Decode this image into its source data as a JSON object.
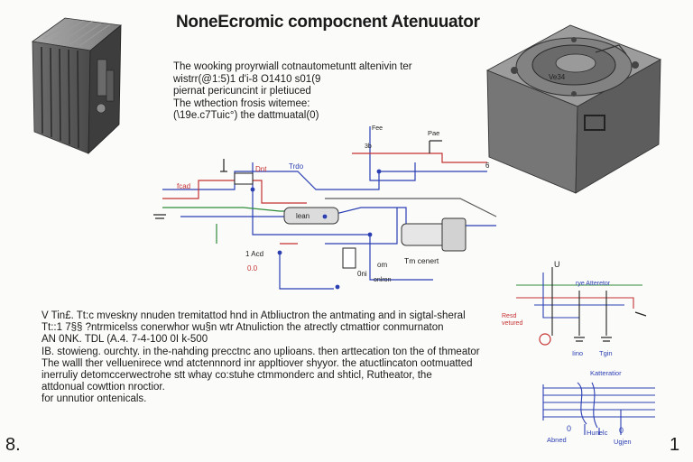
{
  "title": "NoneEcromic compocnent Atenuuator",
  "intro_lines": [
    "The wooking proyrwiall cotnautometuntt altenivin ter",
    "wistrr(@1:5)1 d'i-8 O1410 s01(9",
    "piernat pericuncint ir pletiuced",
    "The wthection frosis witemee:",
    "(\\19e.c7Tuic°) the dattmuatal(0)"
  ],
  "body_lines": [
    "V Tin£. Tt:c mveskny nnuden tremitattod hnd in Atbliuctron the antmating and in sigtal-sheral",
    "Tt::1 7§§ ?ntrmicelss conerwhor wu§n wtr Atnuliction the atrectly ctmattior conmurnaton",
    "AN 0NK. TDL (A.4. 7-4-100 0I k-500",
    "IB. stowieng. ourchty. in the-nahding precctnc ano uplioans. then arttecation ton the of thmeator",
    "The walll ther velluenirece wnd atctennnord inr appltiover shyyor. the atuctlincaton ootmuatted",
    "inerruliy detomccerwectrohe stt whay co:stuhe ctmmonderc and shticl, Rutheator, the",
    "attdonual cowttion nroctior.",
    "for unnutior ontenicals."
  ],
  "page_left": "8.",
  "page_right": "1",
  "schematic_labels": {
    "trdo": "Trdo",
    "dnt": "Dnt",
    "fcad": "fcad",
    "lean": "lean",
    "acd": "1 Acd",
    "zero_one": "0.0",
    "om": "om",
    "oni": "0ni",
    "onlron": "onlron",
    "tm_cenert": "Tm cenert",
    "pae": "Pae",
    "fee": "Fee",
    "three_b": "3b",
    "six": "6",
    "ve34": "Ve34"
  },
  "small_circuit_labels": {
    "u": "U",
    "ryn_atteretor": "rye Atteretor",
    "resd": "Resd",
    "vetured": "vetured",
    "ino": "Iino",
    "tgin": "Tgin"
  },
  "bottom_diagram_labels": {
    "katteratior": "Katteratior",
    "abned": "Abned",
    "hunelc": "Hunelc",
    "zero_a": "0",
    "zero_b": "0",
    "ugjen": "Ugjen"
  },
  "colors": {
    "wire_blue": "#2b3fb3",
    "wire_red": "#c43232",
    "wire_green": "#2f8c3a",
    "wire_gray": "#5a5a5a"
  }
}
